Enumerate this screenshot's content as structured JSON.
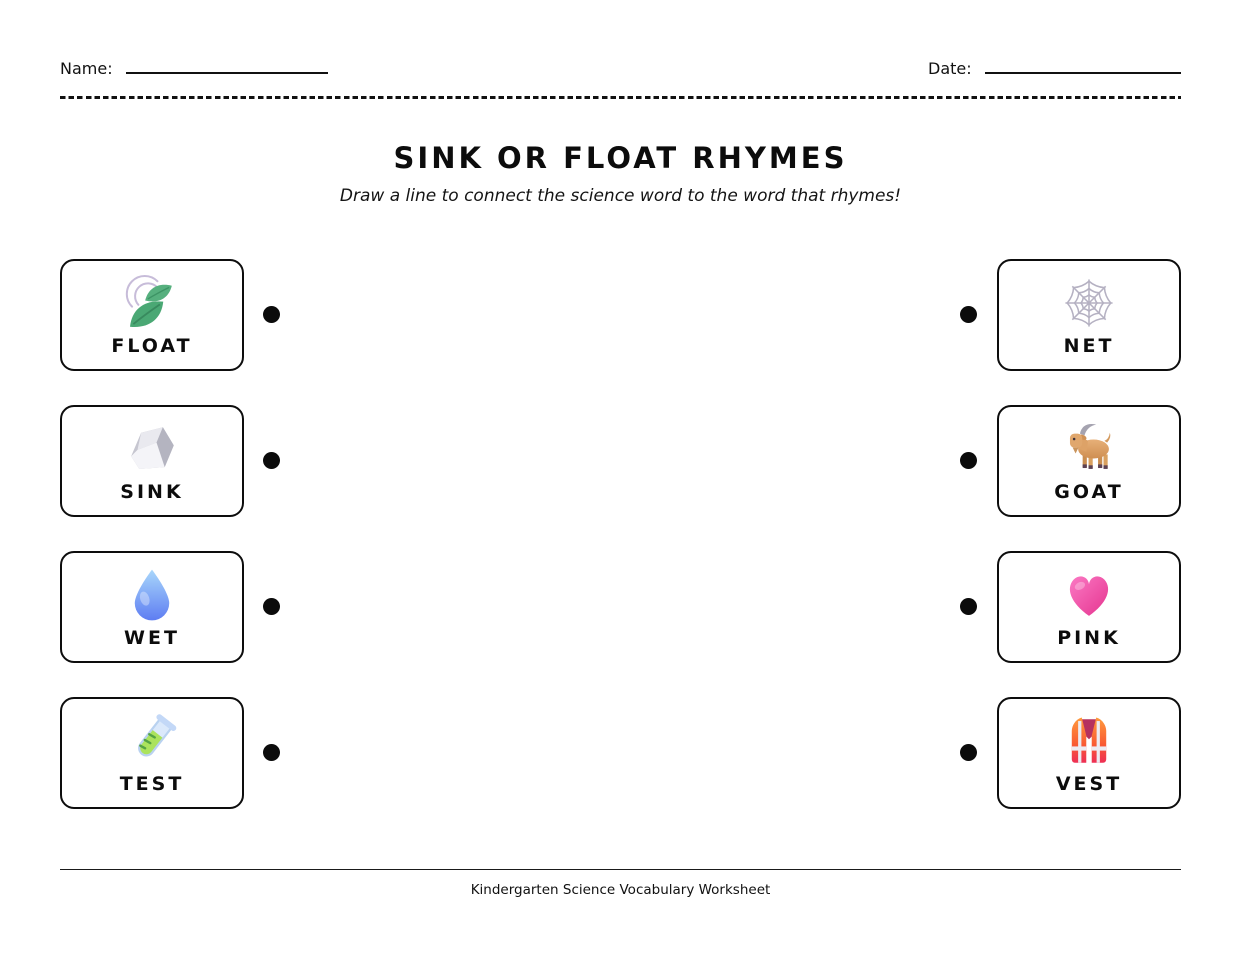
{
  "header": {
    "name_label": "Name:",
    "date_label": "Date:"
  },
  "title": "SINK OR FLOAT RHYMES",
  "subtitle": "Draw a line to connect the science word to the word that rhymes!",
  "pairs": {
    "left": [
      {
        "word": "FLOAT",
        "icon": "leaf-fluttering-icon"
      },
      {
        "word": "SINK",
        "icon": "rock-icon"
      },
      {
        "word": "WET",
        "icon": "water-droplet-icon"
      },
      {
        "word": "TEST",
        "icon": "test-tube-icon"
      }
    ],
    "right": [
      {
        "word": "NET",
        "icon": "spider-web-icon"
      },
      {
        "word": "GOAT",
        "icon": "goat-icon"
      },
      {
        "word": "PINK",
        "icon": "pink-heart-icon"
      },
      {
        "word": "VEST",
        "icon": "safety-vest-icon"
      }
    ]
  },
  "footer": {
    "text": "Kindergarten Science Vocabulary Worksheet"
  },
  "colors": {
    "ink": "#111111",
    "leaf_green": "#4aa874",
    "rock_gray": "#d6d6de",
    "droplet_blue": "#5e7df2",
    "liquid_green": "#abe35d",
    "web_gray": "#b5b1c2",
    "goat_tan": "#dda267",
    "heart_pink": "#ec4899",
    "vest_orange": "#ff8a3d"
  }
}
